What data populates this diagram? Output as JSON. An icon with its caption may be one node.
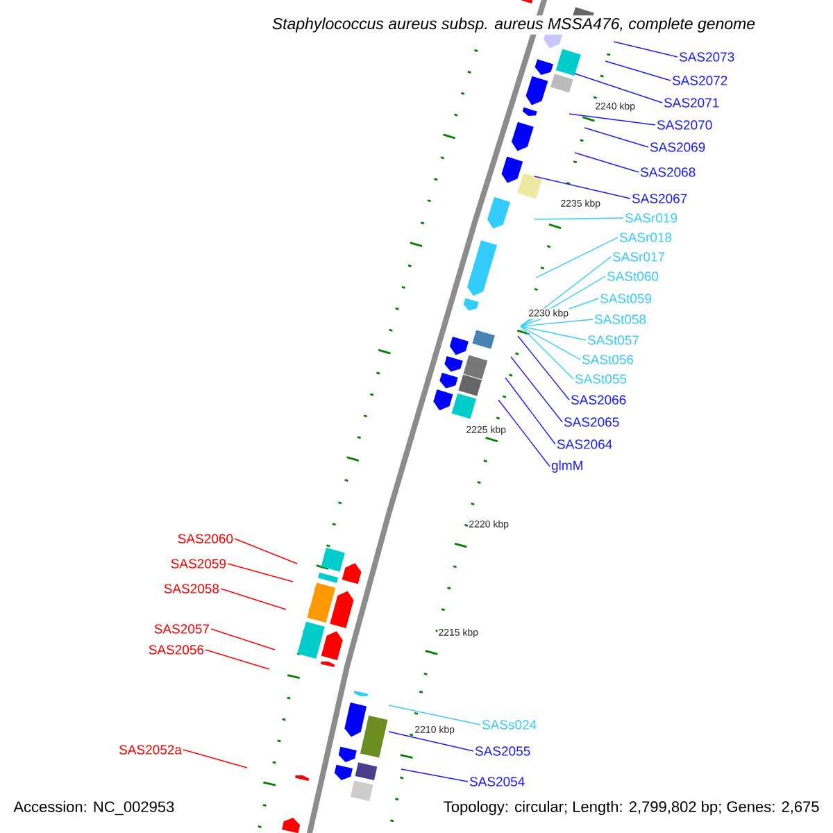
{
  "diagram": {
    "title": "Staphylococcus aureus subsp. aureus MSSA476, complete genome",
    "nodes": [
      {
        "text": [
          "SAS2073"
        ]
      },
      {
        "text": [
          "SAS2072"
        ]
      },
      {
        "text": [
          "SAS2071"
        ]
      },
      {
        "text": [
          "SAS2070"
        ]
      },
      {
        "text": [
          "SAS2069"
        ]
      },
      {
        "text": [
          "SAS2068"
        ]
      },
      {
        "text": [
          "SAS2067"
        ]
      },
      {
        "text": [
          "SASr019"
        ]
      },
      {
        "text": [
          "SASr018"
        ]
      },
      {
        "text": [
          "SASr017"
        ]
      },
      {
        "text": [
          "SASt060"
        ]
      },
      {
        "text": [
          "SASt059"
        ]
      },
      {
        "text": [
          "SASt058"
        ]
      },
      {
        "text": [
          "SASt057"
        ]
      },
      {
        "text": [
          "SASt056"
        ]
      },
      {
        "text": [
          "SASt055"
        ]
      },
      {
        "text": [
          "SAS2066"
        ]
      },
      {
        "text": [
          "SAS2065"
        ]
      },
      {
        "text": [
          "SAS2064"
        ]
      },
      {
        "text": [
          "glmM"
        ]
      },
      {
        "text": [
          "SAS2060"
        ]
      },
      {
        "text": [
          "SAS2059"
        ]
      },
      {
        "text": [
          "SAS2058"
        ]
      },
      {
        "text": [
          "SAS2057"
        ]
      },
      {
        "text": [
          "SAS2056"
        ]
      },
      {
        "text": [
          "SASs024"
        ]
      },
      {
        "text": [
          "SAS2055"
        ]
      },
      {
        "text": [
          "SAS2054"
        ]
      },
      {
        "text": [
          "SAS2052a"
        ]
      }
    ],
    "edges": [
      {
        "from": 0,
        "to": null,
        "arrow": "none"
      },
      {
        "from": 1,
        "to": null,
        "arrow": "none"
      },
      {
        "from": 2,
        "to": null,
        "arrow": "none"
      },
      {
        "from": 3,
        "to": null,
        "arrow": "none"
      },
      {
        "from": 4,
        "to": null,
        "arrow": "none"
      },
      {
        "from": 5,
        "to": null,
        "arrow": "none"
      },
      {
        "from": 6,
        "to": null,
        "arrow": "none"
      },
      {
        "from": 7,
        "to": null,
        "arrow": "none",
        "color": "#33ccff"
      },
      {
        "from": 8,
        "to": null,
        "arrow": "none",
        "color": "#33ccff"
      },
      {
        "from": 9,
        "to": null,
        "arrow": "none",
        "color": "#33ccff"
      },
      {
        "from": 10,
        "to": null,
        "arrow": "none",
        "color": "#33ccff"
      },
      {
        "from": 11,
        "to": null,
        "arrow": "none",
        "color": "#33ccff"
      },
      {
        "from": 12,
        "to": null,
        "arrow": "none",
        "color": "#33ccff"
      },
      {
        "from": 13,
        "to": null,
        "arrow": "none",
        "color": "#33ccff"
      },
      {
        "from": 14,
        "to": null,
        "arrow": "none",
        "color": "#33ccff"
      },
      {
        "from": 15,
        "to": null,
        "arrow": "none",
        "color": "#33ccff"
      },
      {
        "from": 16,
        "to": null,
        "arrow": "none"
      },
      {
        "from": 17,
        "to": null,
        "arrow": "none"
      },
      {
        "from": 18,
        "to": null,
        "arrow": "none"
      },
      {
        "from": 19,
        "to": null,
        "arrow": "none"
      },
      {
        "from": 20,
        "to": null,
        "arrow": "none",
        "color": "#ff0000"
      },
      {
        "from": 21,
        "to": null,
        "arrow": "none",
        "color": "#ff0000"
      },
      {
        "from": 22,
        "to": null,
        "arrow": "none",
        "color": "#ff0000"
      },
      {
        "from": 23,
        "to": null,
        "arrow": "none",
        "color": "#ff0000"
      },
      {
        "from": 24,
        "to": null,
        "arrow": "none",
        "color": "#ff0000"
      },
      {
        "from": 25,
        "to": null,
        "arrow": "none",
        "color": "#33ccff"
      },
      {
        "from": 26,
        "to": null,
        "arrow": "none"
      },
      {
        "from": 27,
        "to": null,
        "arrow": "none"
      },
      {
        "from": 28,
        "to": null,
        "arrow": "none",
        "color": "#ff0000"
      }
    ],
    "labels": [
      "2240 kbp",
      "2235 kbp",
      "2230 kbp",
      "2225 kbp",
      "2220 kbp",
      "2215 kbp",
      "2210 kbp",
      "Accession: NC_002953",
      "Topology: circular; Length: 2,799,802 bp; Genes: 2,675"
    ]
  }
}
